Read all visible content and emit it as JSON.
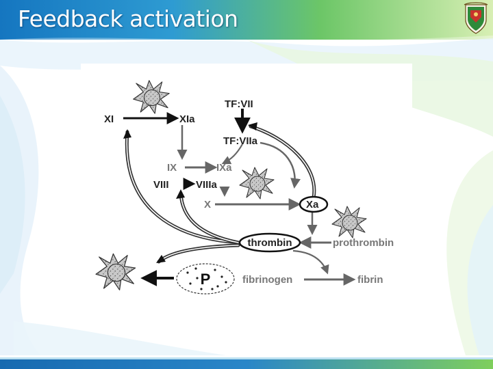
{
  "slide": {
    "title": "Feedback activation"
  },
  "diagram": {
    "labels": {
      "xi": "XI",
      "xia": "XIa",
      "tf_vii": "TF:VII",
      "tf_viia": "TF:VIIa",
      "ix": "IX",
      "ixa": "IXa",
      "viii": "VIII",
      "viiia": "VIIIa",
      "x": "X",
      "xa": "Xa",
      "thrombin": "thrombin",
      "prothrombin": "prothrombin",
      "fibrinogen": "fibrinogen",
      "fibrin": "fibrin",
      "p": "P"
    }
  },
  "colors": {
    "title": "#ffffff",
    "bottom_bar": "#1f6fb3",
    "background_green": "#8fd45a",
    "background_blue": "#1e7cc4",
    "dark_label": "#222222",
    "gray_label": "#777777"
  },
  "icons": [
    "platelet-icon",
    "university-emblem-icon"
  ]
}
